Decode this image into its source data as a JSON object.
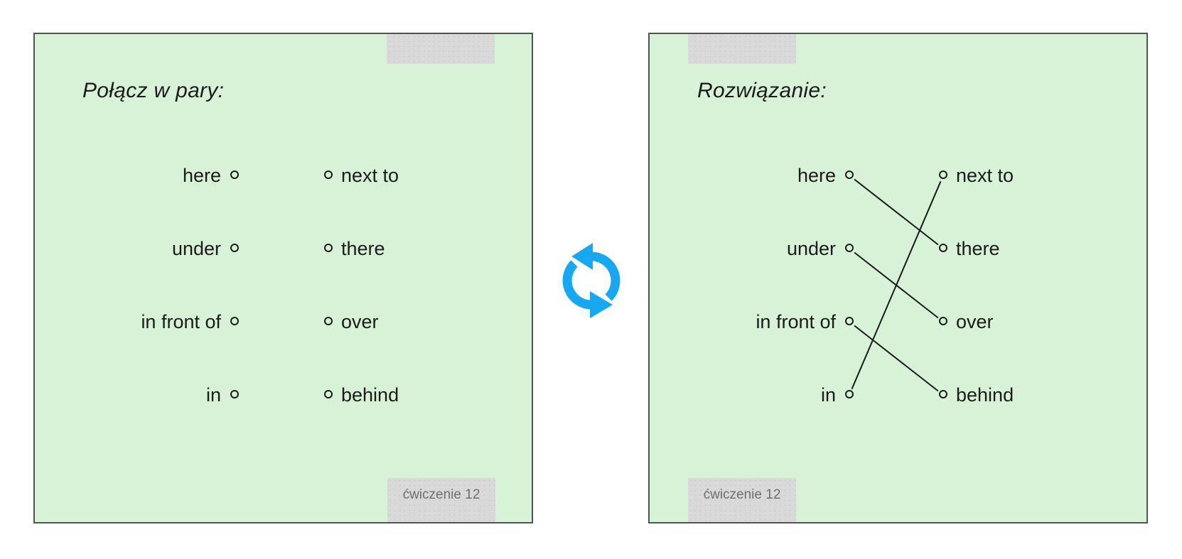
{
  "left_panel": {
    "title": "Połącz w pary:",
    "exercise_label": "ćwiczenie 12"
  },
  "right_panel": {
    "title": "Rozwiązanie:",
    "exercise_label": "ćwiczenie 12"
  },
  "match": {
    "left_words": [
      "here",
      "under",
      "in front of",
      "in"
    ],
    "right_words": [
      "next to",
      "there",
      "over",
      "behind"
    ]
  },
  "solution": {
    "pairs": [
      {
        "left": "here",
        "right": "there"
      },
      {
        "left": "under",
        "right": "over"
      },
      {
        "left": "in front of",
        "right": "behind"
      },
      {
        "left": "in",
        "right": "next to"
      }
    ],
    "connections": [
      [
        0,
        1
      ],
      [
        1,
        2
      ],
      [
        2,
        3
      ],
      [
        3,
        0
      ]
    ]
  },
  "icons": {
    "between_panels": "counterclockwise-refresh-icon"
  },
  "colors": {
    "panel_bg": "#d7f2d7",
    "panel_border": "#4f5550",
    "gray_box": "#d9d9d9",
    "label_text": "#6f6f6f",
    "ink": "#1b1b1b",
    "refresh_blue": "#18a8f2"
  }
}
